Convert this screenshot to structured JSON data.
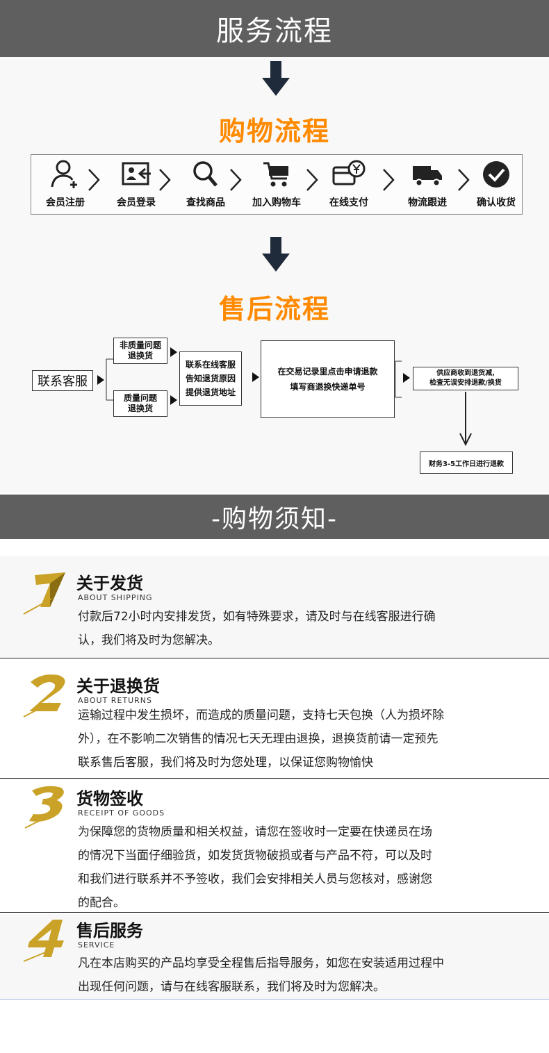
{
  "banner_top": "服务流程",
  "shopping_title": "购物流程",
  "shopping_steps": [
    {
      "label": "会员注册",
      "icon": "user-add-icon"
    },
    {
      "label": "会员登录",
      "icon": "login-card-icon"
    },
    {
      "label": "查找商品",
      "icon": "search-icon"
    },
    {
      "label": "加入购物车",
      "icon": "cart-icon"
    },
    {
      "label": "在线支付",
      "icon": "payment-card-icon"
    },
    {
      "label": "物流跟进",
      "icon": "truck-icon"
    },
    {
      "label": "确认收货",
      "icon": "check-circle-icon"
    }
  ],
  "aftersale_title": "售后流程",
  "aftersale_flow": {
    "start": "联系客服",
    "non_quality": "非质量问题退换货",
    "quality": "质量问题退换货",
    "contact": [
      "联系在线客服",
      "告知退货原因",
      "提供退货地址"
    ],
    "record": [
      "在交易记录里点击申请退款",
      "填写商退换快递单号"
    ],
    "supplier": [
      "供应商收到退货减,",
      "检查无误安排退款/换货"
    ],
    "finance": "财务3-5工作日进行退款"
  },
  "banner_notice": "-购物须知-",
  "notices": [
    {
      "title": "关于发货",
      "subtitle": "ABOUT SHIPPING",
      "lines": [
        "付款后72小时内安排发货，如有特殊要求，请及时与在线客服进行确",
        "认，我们将及时为您解决。"
      ]
    },
    {
      "title": "关于退换货",
      "subtitle": "ABOUT RETURNS",
      "lines": [
        "运输过程中发生损坏，而造成的质量问题，支持七天包换（人为损坏除",
        "外），在不影响二次销售的情况七天无理由退换，退换货前请一定预先",
        "联系售后客服，我们将及时为您处理，以保证您购物愉快"
      ]
    },
    {
      "title": "货物签收",
      "subtitle": "RECEIPT OF GOODS",
      "lines": [
        "为保障您的货物质量和相关权益，请您在签收时一定要在快递员在场",
        "的情况下当面仔细验货，如发货货物破损或者与产品不符，可以及时",
        "和我们进行联系并不予签收，我们会安排相关人员与您核对，感谢您",
        "的配合。"
      ]
    },
    {
      "title": "售后服务",
      "subtitle": "SERVICE",
      "lines": [
        "凡在本店购买的产品均享受全程售后指导服务，如您在安装适用过程中",
        "出现任何问题，请与在线客服联系，我们将及时为您解决。"
      ]
    }
  ],
  "colors": {
    "banner": "#5f5f5f",
    "accent": "#ff8a00",
    "gold": "#c9a227"
  }
}
